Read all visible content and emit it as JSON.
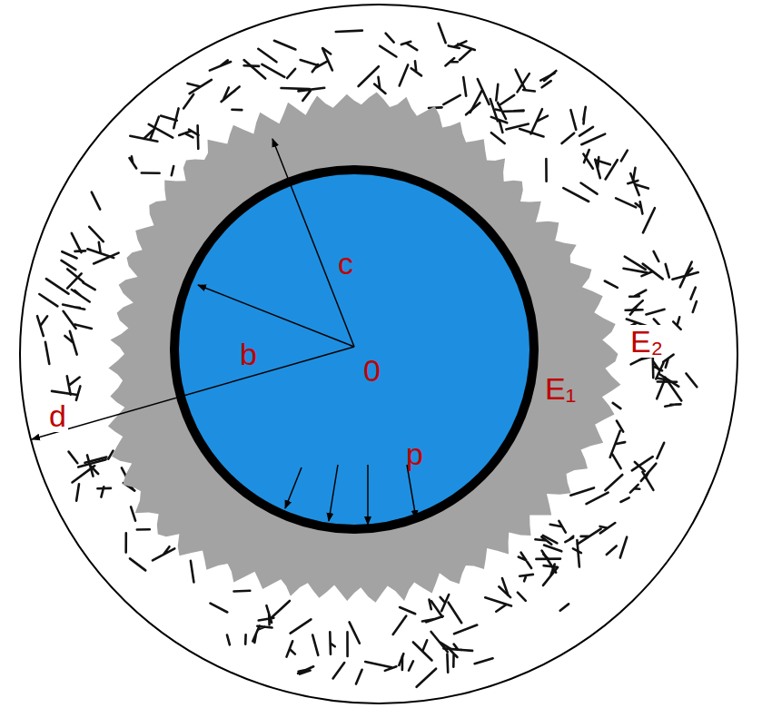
{
  "diagram": {
    "labels": [
      "c",
      "b",
      "0",
      "d",
      "E₁",
      "E₂",
      "p"
    ]
  }
}
